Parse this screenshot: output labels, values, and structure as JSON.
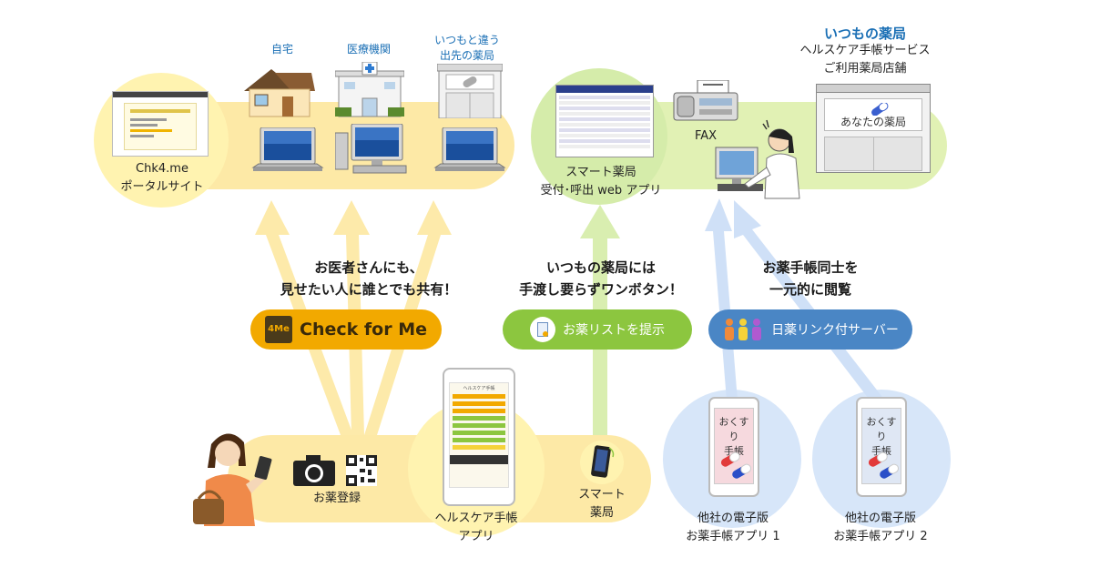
{
  "top_left": {
    "portal_label_1": "Chk4.me",
    "portal_label_2": "ポータルサイト",
    "home_label": "自宅",
    "hospital_label": "医療機関",
    "other_pharmacy_label_1": "いつもと違う",
    "other_pharmacy_label_2": "出先の薬局"
  },
  "top_right": {
    "regular_pharmacy_title": "いつもの薬局",
    "service_line_1": "ヘルスケア手帳サービス",
    "service_line_2": "ご利用薬局店舗",
    "smart_pharmacy_label_1": "スマート薬局",
    "smart_pharmacy_label_2": "受付･呼出 web アプリ",
    "fax_label": "FAX",
    "your_pharmacy_sign": "あなたの薬局"
  },
  "middle": {
    "share_headline_1": "お医者さんにも、",
    "share_headline_2": "見せたい人に誰とでも共有！",
    "hand_headline_1": "いつもの薬局には",
    "hand_headline_2": "手渡し要らずワンボタン！",
    "browse_headline_1": "お薬手帳同士を",
    "browse_headline_2": "一元的に閲覧",
    "check_for_me_label": "Check for Me",
    "check_logo_text": "4Me",
    "present_list_label": "お薬リストを提示",
    "link_server_label": "日薬リンク付サーバー"
  },
  "bottom": {
    "register_label": "お薬登録",
    "app_label_1": "ヘルスケア手帳",
    "app_label_2": "アプリ",
    "smart_label_1": "スマート",
    "smart_label_2": "薬局",
    "phone_screen_title": "ヘルスケア手帳",
    "other_app1_label_1": "他社の電子版",
    "other_app1_label_2": "お薬手帳アプリ 1",
    "other_app2_label_1": "他社の電子版",
    "other_app2_label_2": "お薬手帳アプリ 2",
    "okusuri_1": "おくすり",
    "techo_1": "手帳",
    "okusuri_2": "おくすり",
    "techo_2": "手帳"
  },
  "colors": {
    "yellow_band": "#fde9a6",
    "yellow_circle": "#fff3b0",
    "green_band": "#e1f1b4",
    "green_circle": "#d5ecaa",
    "blue_circle": "#d7e6f9",
    "orange_pill": "#f2a900",
    "green_pill": "#8cc63f",
    "blue_pill": "#4a86c5",
    "title_blue": "#1a6fb5"
  }
}
